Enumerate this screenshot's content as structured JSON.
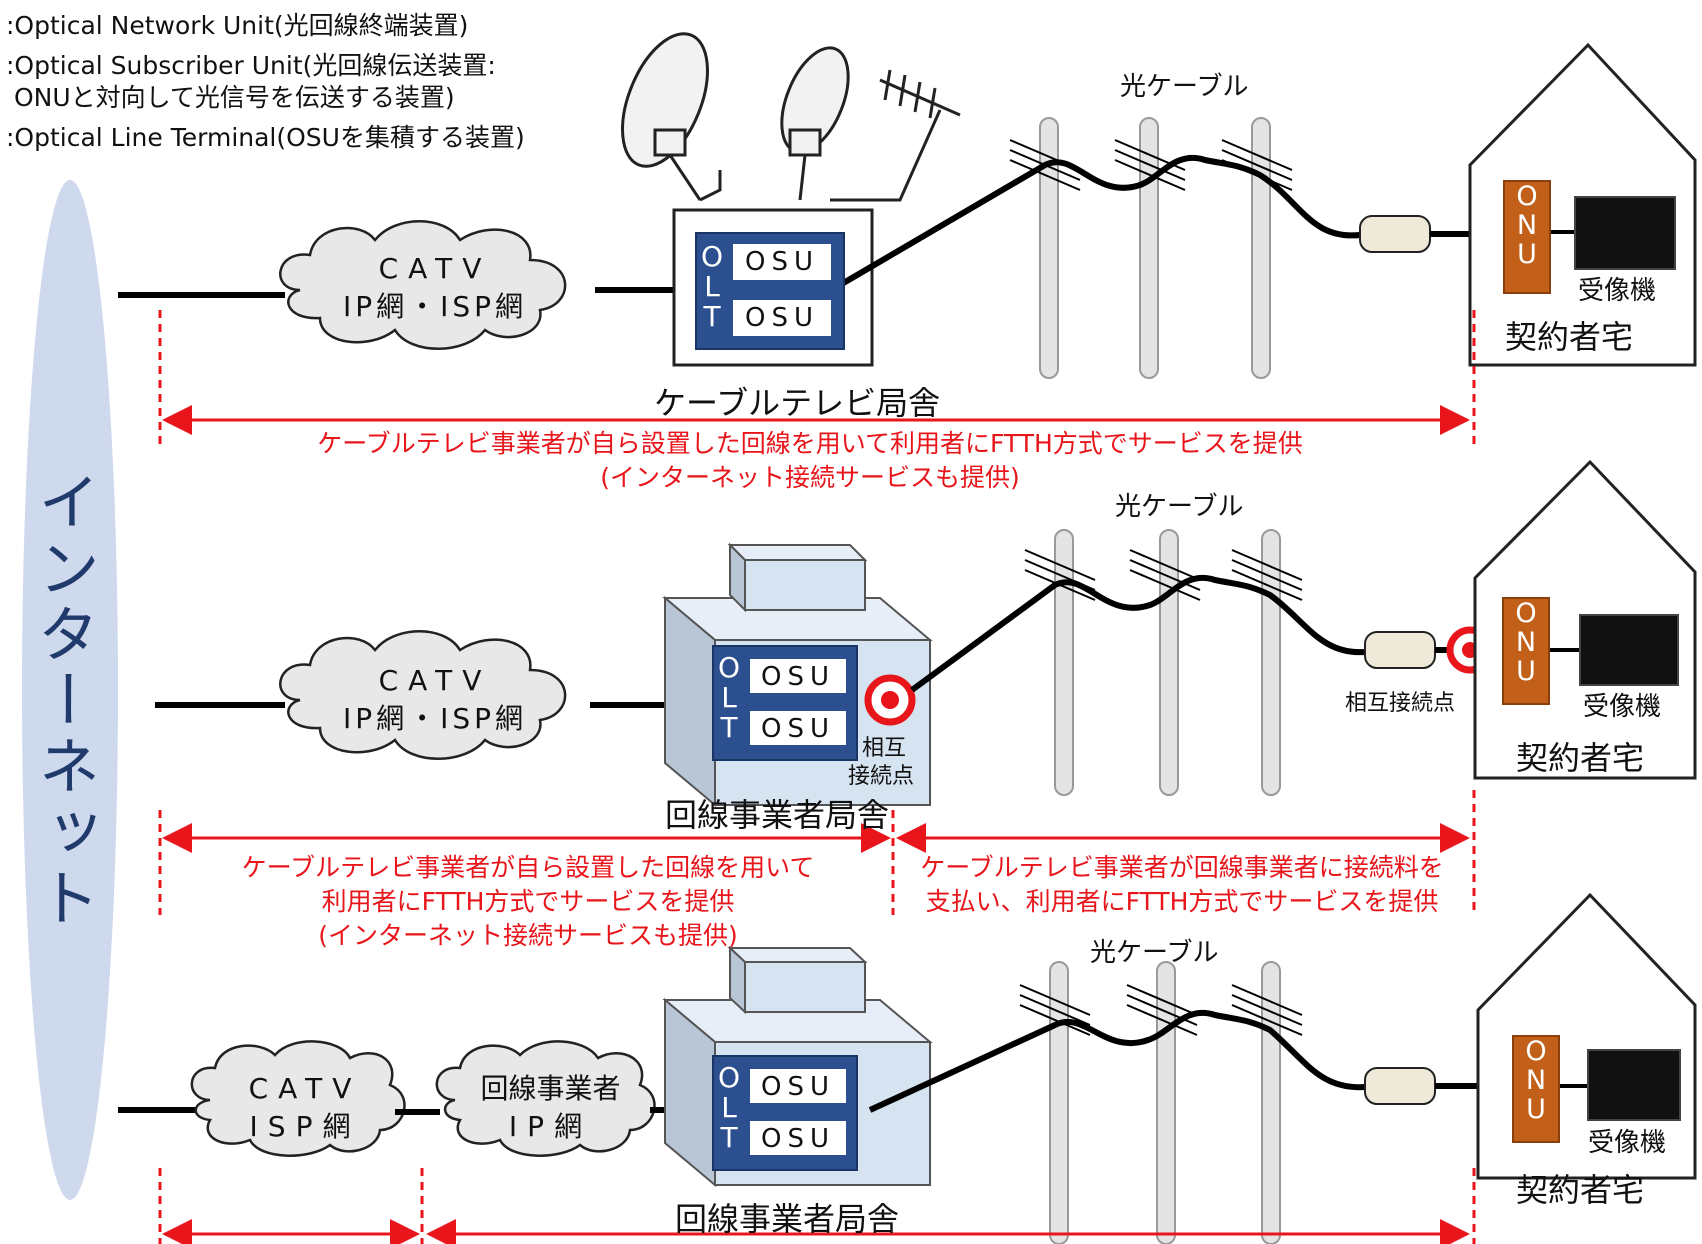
{
  "legend": {
    "onu": ":Optical Network Unit(光回線終端装置)",
    "osu_1": ":Optical Subscriber Unit(光回線伝送装置:",
    "osu_2": " ONUと対向して光信号を伝送する装置)",
    "olt": ":Optical Line Terminal(OSUを集積する装置)"
  },
  "internet": "インターネット",
  "device": {
    "olt_letters": [
      "O",
      "L",
      "T"
    ],
    "osu": "OSU",
    "onu_letters": [
      "O",
      "N",
      "U"
    ],
    "tv": "受像機",
    "home": "契約者宅",
    "cable": "光ケーブル",
    "interconnect": "相互接続点",
    "interconnect_2line": [
      "相互",
      "接続点"
    ]
  },
  "row1": {
    "cloud": [
      "CATV",
      "IP網・ISP網"
    ],
    "office": "ケーブルテレビ局舎",
    "note": [
      "ケーブルテレビ事業者が自ら設置した回線を用いて利用者にFTTH方式でサービスを提供",
      "(インターネット接続サービスも提供)"
    ]
  },
  "row2": {
    "cloud": [
      "CATV",
      "IP網・ISP網"
    ],
    "office": "回線事業者局舎",
    "note_left": [
      "ケーブルテレビ事業者が自ら設置した回線を用いて",
      "利用者にFTTH方式でサービスを提供",
      "(インターネット接続サービスも提供)"
    ],
    "note_right": [
      "ケーブルテレビ事業者が回線事業者に接続料を",
      "支払い、利用者にFTTH方式でサービスを提供"
    ]
  },
  "row3": {
    "cloud1": [
      "CATV",
      "ISP網"
    ],
    "cloud2": [
      "回線事業者",
      "IP網"
    ],
    "office": "回線事業者局舎"
  },
  "colors": {
    "olt": "#2c4f8f",
    "onu": "#c2601a",
    "arrow": "#e8151b",
    "internet": "#cfd9ee",
    "building": "#d6e3f0"
  }
}
